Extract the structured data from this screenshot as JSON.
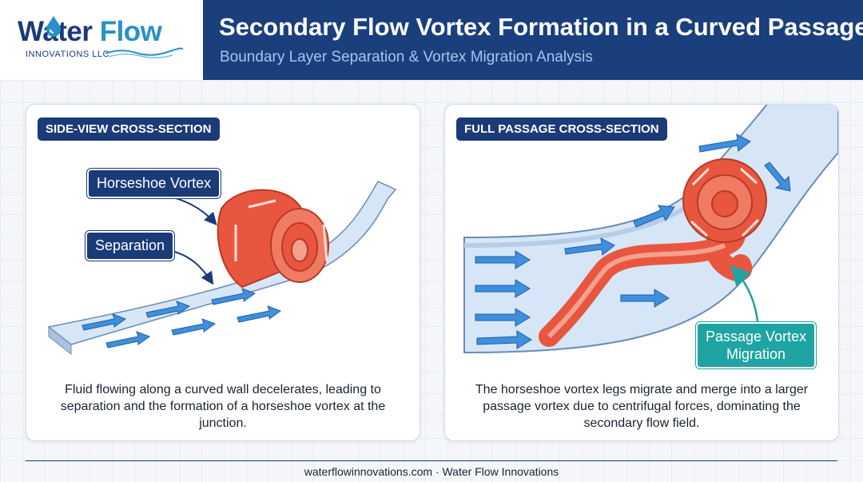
{
  "logo": {
    "word_part1": "Water",
    "word_part2": "Flow",
    "subtitle": "INNOVATIONS LLC"
  },
  "header": {
    "title": "Secondary Flow Vortex Formation in a Curved Passage",
    "subtitle": "Boundary Layer Separation & Vortex Migration Analysis"
  },
  "left_panel": {
    "label": "SIDE-VIEW CROSS-SECTION",
    "callouts": {
      "horseshoe": "Horseshoe Vortex",
      "separation": "Separation"
    },
    "caption": "Fluid flowing along a curved wall decelerates, leading to separation and the formation of a horseshoe vortex at the junction."
  },
  "right_panel": {
    "label": "FULL PASSAGE CROSS-SECTION",
    "callouts": {
      "passage_vortex_line1": "Passage Vortex",
      "passage_vortex_line2": "Migration"
    },
    "caption": "The horseshoe vortex legs migrate and merge into a larger passage vortex due to centrifugal forces, dominating the secondary flow field."
  },
  "footer": {
    "text": "waterflowinnovations.com · Water Flow Innovations"
  },
  "colors": {
    "navy": "#1b3a78",
    "header_band": "#1b3f7d",
    "flow_arrow": "#3f8fdc",
    "vortex_red": "#e8563f",
    "teal": "#1fa3a3",
    "wall": "#d6e6f6"
  },
  "icons": [
    "water-drop-icon",
    "wave-icon",
    "flow-arrow-icon",
    "vortex-icon"
  ]
}
